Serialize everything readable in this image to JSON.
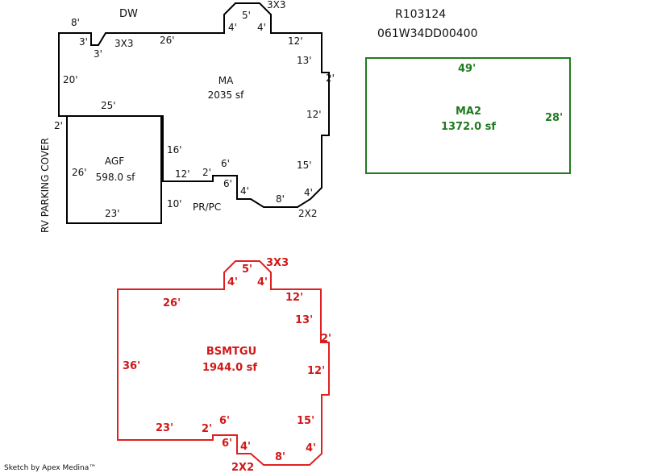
{
  "header": {
    "direction_label": "DW",
    "parcel_id": "R103124",
    "map_number": "061W34DD00400"
  },
  "main_area": {
    "name": "MA",
    "area": "2035 sf",
    "dims": {
      "top_left_8": "8'",
      "notch_3a": "3'",
      "notch_3b": "3'",
      "notch_3x3": "3X3",
      "top_26": "26'",
      "bay_4_left": "4'",
      "bay_5": "5'",
      "bay_3x3": "3X3",
      "bay_4_right": "4'",
      "right_12_top": "12'",
      "right_13": "13'",
      "right_2": "2'",
      "right_12_mid": "12'",
      "right_15": "15'",
      "bottom_4_right": "4'",
      "bottom_8": "8'",
      "bottom_2x2": "2X2",
      "bottom_4_left": "4'",
      "step_6_top": "6'",
      "step_6_side": "6'",
      "step_2": "2'",
      "bottom_12": "12'",
      "left_20": "20'",
      "left_2": "2'",
      "garage_top_25": "25'",
      "garage_side_16": "16'"
    }
  },
  "garage": {
    "name": "AGF",
    "area": "598.0 sf",
    "dims": {
      "left_26": "26'",
      "bottom_23": "23'",
      "right_10": "10'"
    }
  },
  "porch_label": "PR/PC",
  "side_note": "RV PARKING COVER",
  "ma2": {
    "name": "MA2",
    "area": "1372.0 sf",
    "dims": {
      "top_49": "49'",
      "right_28": "28'"
    }
  },
  "basement": {
    "name": "BSMTGU",
    "area": "1944.0 sf",
    "dims": {
      "bay_5": "5'",
      "bay_3x3": "3X3",
      "bay_4_left": "4'",
      "bay_4_right": "4'",
      "top_26": "26'",
      "right_12_top": "12'",
      "right_13": "13'",
      "right_2": "2'",
      "right_12_mid": "12'",
      "left_36": "36'",
      "right_15": "15'",
      "step_6_top": "6'",
      "bottom_23": "23'",
      "step_2": "2'",
      "step_6_side": "6'",
      "bottom_4_left": "4'",
      "bottom_4_right": "4'",
      "bottom_8": "8'",
      "bottom_2x2": "2X2"
    }
  },
  "footer": {
    "credit": "Sketch by Apex Medina™"
  },
  "colors": {
    "main_outline": "#000000",
    "ma2_outline": "#207a20",
    "basement_outline": "#e02020"
  }
}
